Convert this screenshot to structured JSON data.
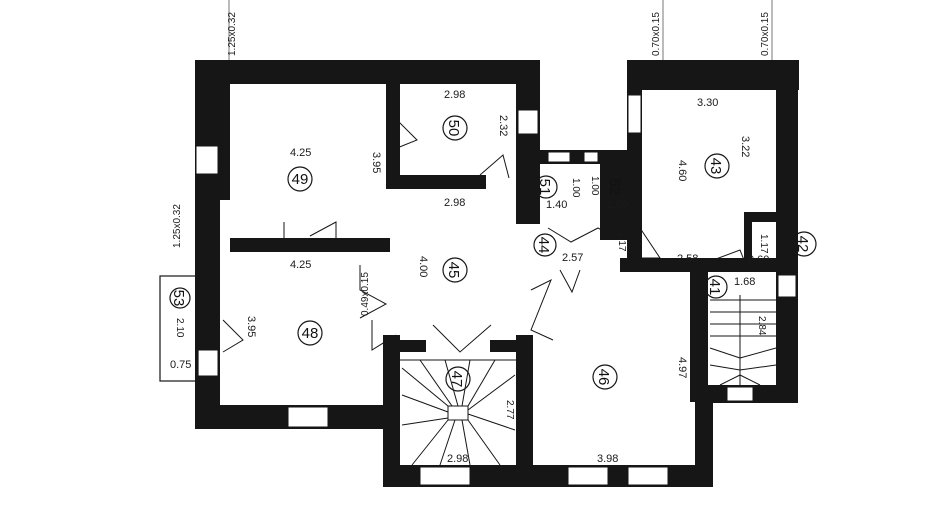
{
  "external_labels": {
    "top_left": "1.25x0.32",
    "left_side": "1.25x0.32",
    "top_mid_right": "0.70x0.15",
    "top_right": "0.70x0.15",
    "door_opening": "0.49x0.15"
  },
  "rooms": [
    {
      "id": "49",
      "dims": [
        "4.25",
        "3.95"
      ]
    },
    {
      "id": "50",
      "dims": [
        "2.98",
        "2.32"
      ]
    },
    {
      "id": "51",
      "dims": [
        "1.00",
        "1.40"
      ]
    },
    {
      "id": "52",
      "dims": [
        "1.00",
        "1.00"
      ]
    },
    {
      "id": "43",
      "dims": [
        "3.30",
        "3.22",
        "4.60"
      ]
    },
    {
      "id": "42",
      "dims": [
        "1.17",
        "0.60"
      ]
    },
    {
      "id": "41",
      "dims": [
        "1.68",
        "2.84"
      ]
    },
    {
      "id": "44",
      "dims": [
        "2.57",
        "1.17",
        "2.58"
      ]
    },
    {
      "id": "45",
      "dims": [
        "2.98",
        "4.00"
      ]
    },
    {
      "id": "48",
      "dims": [
        "4.25",
        "3.95"
      ]
    },
    {
      "id": "53",
      "dims": [
        "2.10",
        "0.75"
      ]
    },
    {
      "id": "47",
      "dims": [
        "2.77",
        "2.98"
      ]
    },
    {
      "id": "46",
      "dims": [
        "4.97",
        "3.98"
      ]
    }
  ]
}
